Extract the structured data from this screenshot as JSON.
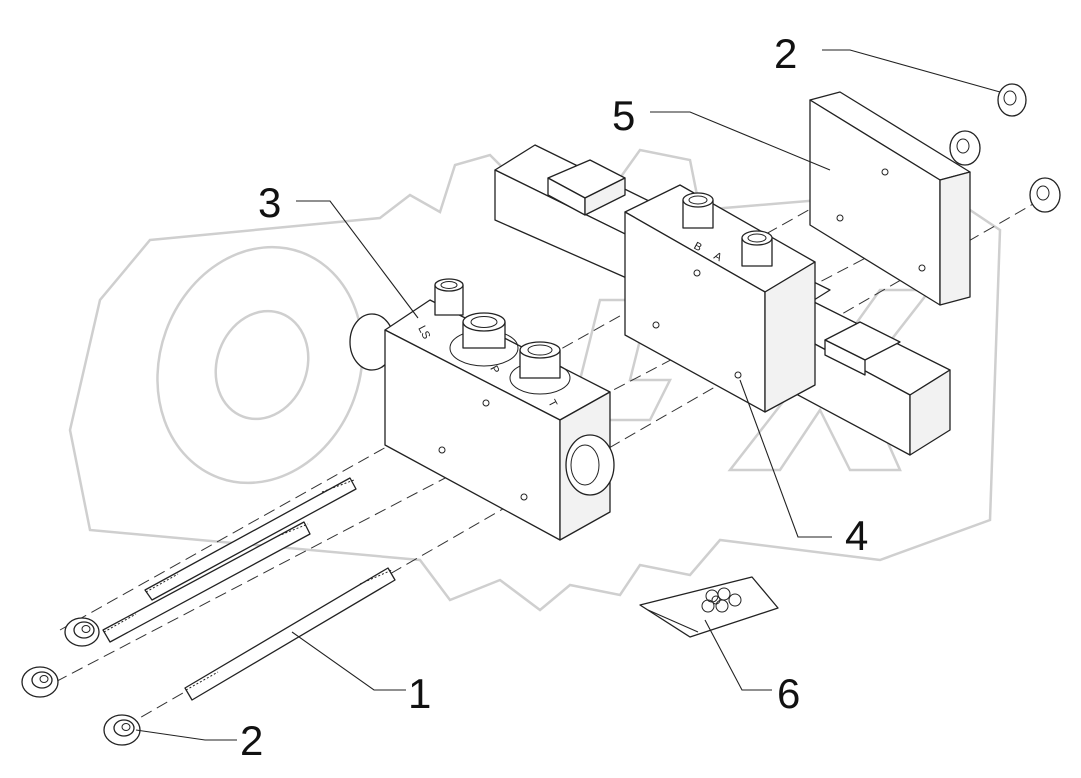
{
  "diagram": {
    "callouts": [
      {
        "id": "callout-1",
        "label": "1"
      },
      {
        "id": "callout-2-top",
        "label": "2"
      },
      {
        "id": "callout-2-bottom",
        "label": "2"
      },
      {
        "id": "callout-3",
        "label": "3"
      },
      {
        "id": "callout-4",
        "label": "4"
      },
      {
        "id": "callout-5",
        "label": "5"
      },
      {
        "id": "callout-6",
        "label": "6"
      }
    ],
    "port_labels": {
      "ls": "LS",
      "p": "P",
      "t": "T",
      "b": "B",
      "a": "A"
    },
    "watermark": {
      "text": "OPEX"
    }
  }
}
